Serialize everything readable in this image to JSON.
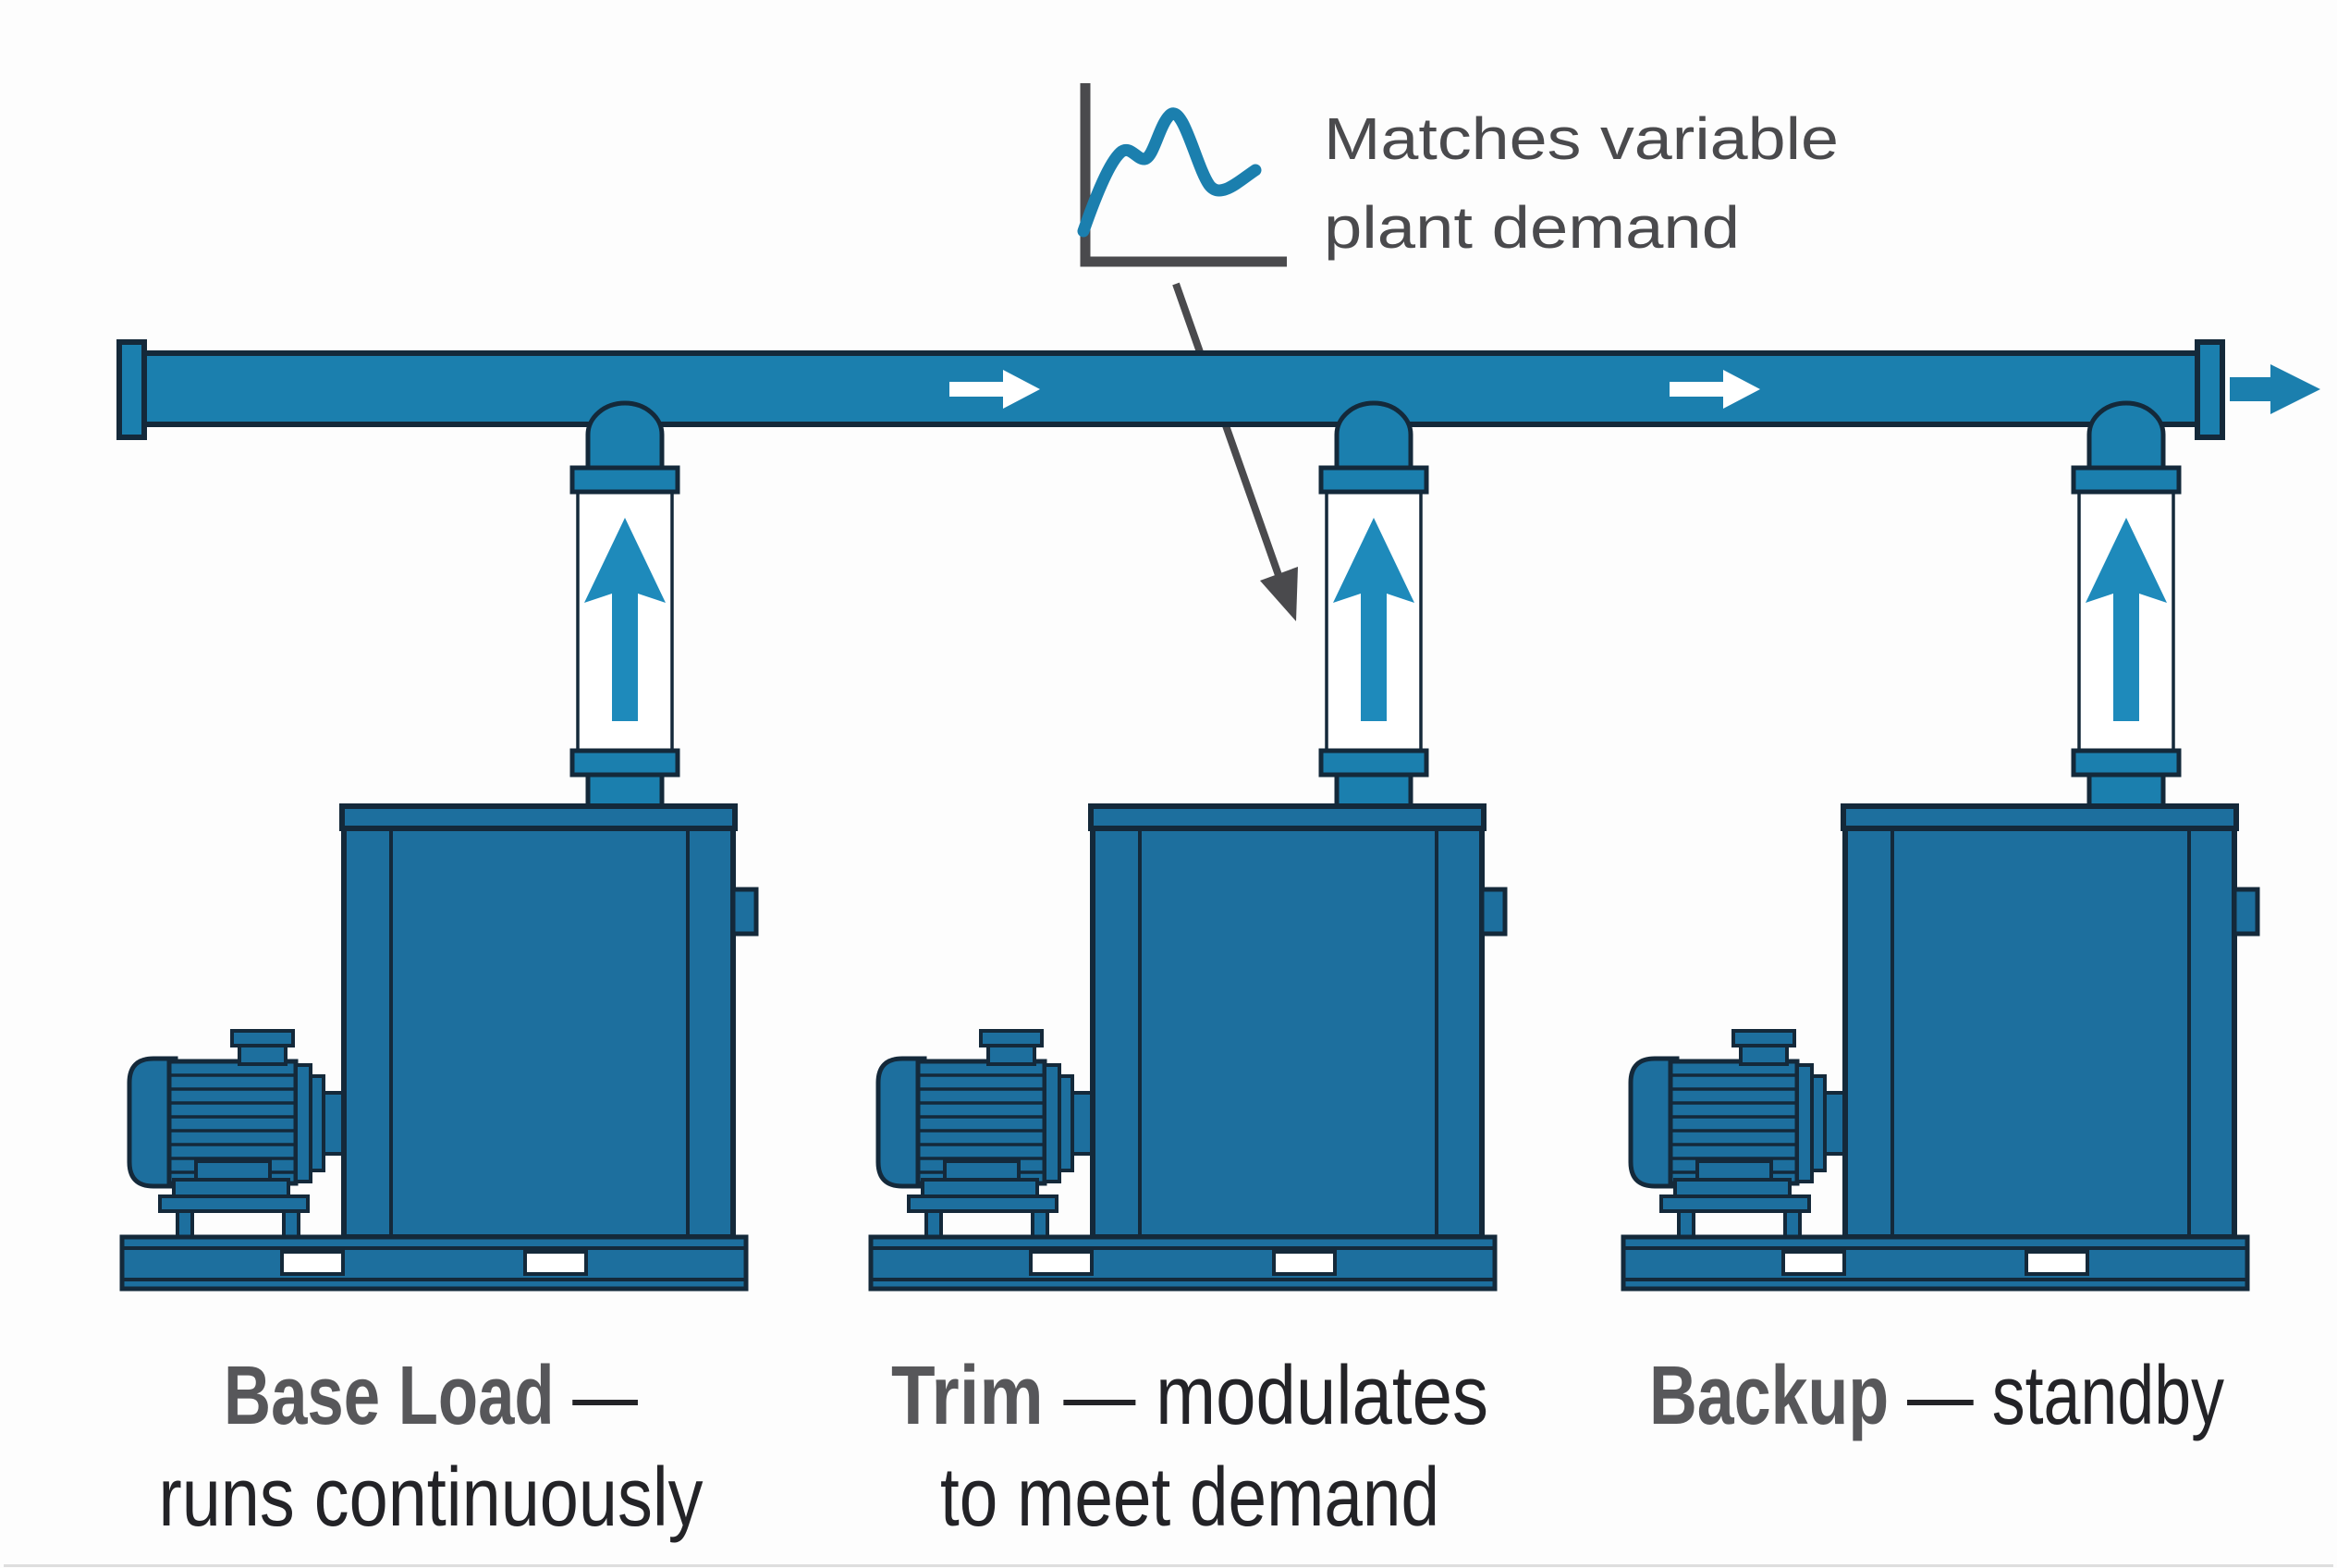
{
  "colors": {
    "bg": "#fdfdfd",
    "pipe_blue": "#1b7fae",
    "unit_blue": "#1d6f9e",
    "arrow_blue": "#1e8abb",
    "outline_navy": "#14293a",
    "annotation_gray": "#4a4a4d",
    "label_name_gray": "#57575a",
    "label_text_dark": "#232327",
    "white": "#ffffff"
  },
  "annotation": {
    "icon": "demand-curve-icon",
    "line1": "Matches variable",
    "line2": "plant demand"
  },
  "pipe": {
    "flow_icons": [
      "flow-arrow-right",
      "flow-arrow-right",
      "outlet-arrow-right"
    ]
  },
  "units": [
    {
      "id": "base-load",
      "label_bold": "Base Load",
      "label_rest": " —",
      "label_line2": "runs continuously"
    },
    {
      "id": "trim",
      "label_bold": "Trim",
      "label_rest": " — modulates",
      "label_line2": "to meet demand"
    },
    {
      "id": "backup",
      "label_bold": "Backup",
      "label_rest": " — standby",
      "label_line2": ""
    }
  ]
}
